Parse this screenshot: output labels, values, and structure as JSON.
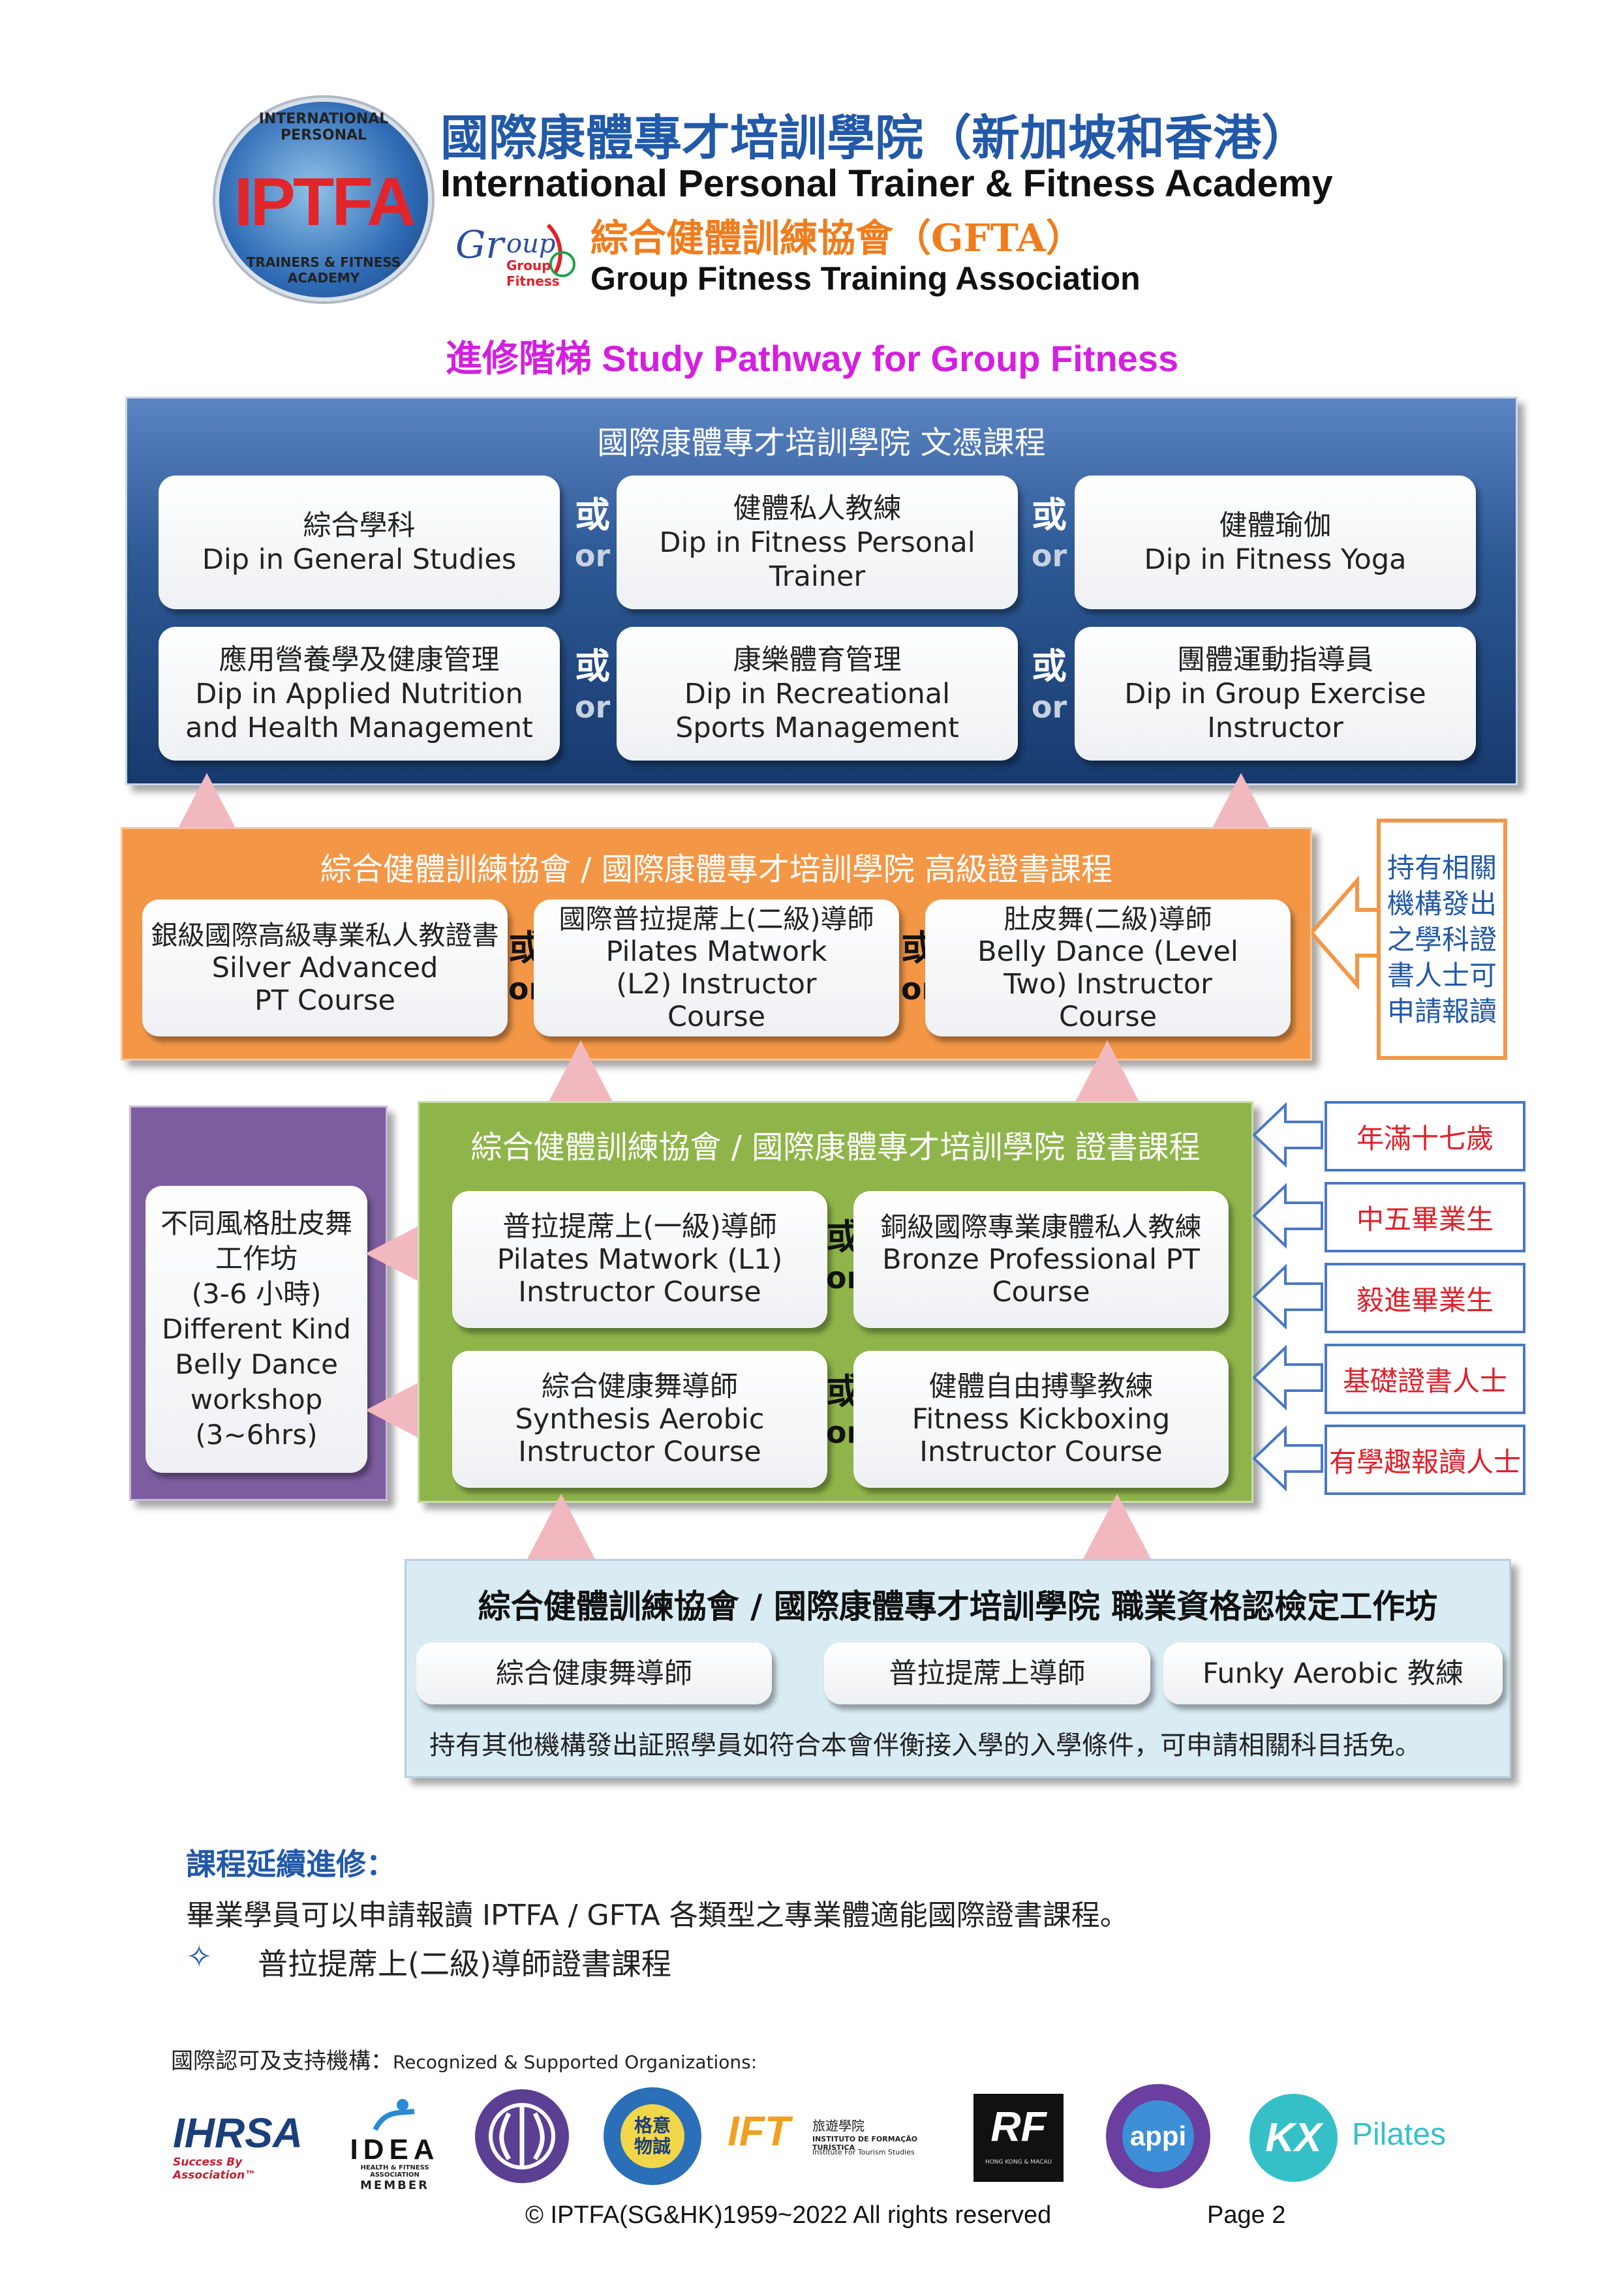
{
  "header": {
    "logo_text": "IPTFA",
    "logo_ring_top": "INTERNATIONAL PERSONAL",
    "logo_ring_bottom": "TRAINERS & FITNESS ACADEMY",
    "title_cn": "國際康體專才培訓學院（新加坡和香港）",
    "title_en": "International Personal Trainer & Fitness Academy",
    "gf_logo_text": "Group Fitness",
    "gfta_cn": "綜合健體訓練協會（GFTA）",
    "gfta_en": "Group Fitness Training Association"
  },
  "page_title": "進修階梯  Study Pathway for Group Fitness",
  "diploma": {
    "title": "國際康體專才培訓學院  文憑課程",
    "row1": [
      {
        "cn": "綜合學科",
        "en": "Dip in General Studies"
      },
      {
        "cn": "健體私人教練",
        "en": "Dip in Fitness Personal Trainer"
      },
      {
        "cn": "健體瑜伽",
        "en": "Dip in Fitness Yoga"
      }
    ],
    "row2": [
      {
        "cn": "應用營養學及健康管理",
        "en": "Dip in Applied Nutrition and Health Management"
      },
      {
        "cn": "康樂體育管理",
        "en": "Dip in Recreational Sports Management"
      },
      {
        "cn": "團體運動指導員",
        "en": "Dip in Group Exercise Instructor"
      }
    ]
  },
  "or_cn": "或",
  "or_en": "or",
  "advanced": {
    "title": "綜合健體訓練協會  /  國際康體專才培訓學院  高級證書課程",
    "courses": [
      {
        "cn": "銀級國際高級專業私人教證書",
        "en": "Silver Advanced PT Course"
      },
      {
        "cn": "國際普拉提蓆上(二級)導師",
        "en": "Pilates Matwork (L2) Instructor Course"
      },
      {
        "cn": "肚皮舞(二級)導師",
        "en": "Belly Dance (Level Two) Instructor Course"
      }
    ],
    "side_note": "持有相關機構發出之學科證書人士可申請報讀"
  },
  "certificate": {
    "title": "綜合健體訓練協會  /  國際康體專才培訓學院  證書課程",
    "row1": [
      {
        "cn": "普拉提蓆上(一級)導師",
        "en": "Pilates Matwork (L1) Instructor Course"
      },
      {
        "cn": "銅級國際專業康體私人教練",
        "en": "Bronze Professional PT Course"
      }
    ],
    "row2": [
      {
        "cn": "綜合健康舞導師",
        "en": "Synthesis Aerobic Instructor Course"
      },
      {
        "cn": "健體自由搏擊教練",
        "en": "Fitness Kickboxing Instructor Course"
      }
    ],
    "workshop": {
      "cn1": "不同風格肚皮舞工作坊",
      "cn2": "(3-6 小時)",
      "en": "Different Kind Belly Dance workshop",
      "en2": "(3~6hrs)"
    },
    "entry": [
      "年滿十七歲",
      "中五畢業生",
      "毅進畢業生",
      "基礎證書人士",
      "有學趣報讀人士"
    ]
  },
  "workshop_panel": {
    "title": "綜合健體訓練協會  /  國際康體專才培訓學院  職業資格認檢定工作坊",
    "items": [
      "綜合健康舞導師",
      "普拉提蓆上導師",
      "Funky Aerobic 教練"
    ],
    "note": "持有其他機構發出証照學員如符合本會伴衡接入學的入學條件，可申請相關科目括免。"
  },
  "continuing": {
    "heading": "課程延續進修：",
    "text": "畢業學員可以申請報讀 IPTFA / GFTA 各類型之專業體適能國際證書課程。",
    "bullet_icon": "✧",
    "bullet": "普拉提蓆上(二級)導師證書課程"
  },
  "orgs": {
    "label_cn": "國際認可及支持機構：",
    "label_en": "Recognized & Supported Organizations:",
    "ihrsa": "IHRSA",
    "ihrsa_tag": "Success By Association™",
    "idea": "IDEA",
    "idea_sub": "HEALTH & FITNESS ASSOCIATION",
    "idea_member": "MEMBER",
    "seal_cn": "格意物誠",
    "ift_text": "IFT",
    "ift_cn": "旅遊學院",
    "ift_pt": "INSTITUTO DE FORMAÇÃO TURÍSTICA",
    "ift_en": "Institute For Tourism Studies",
    "rf": "RF",
    "rf_sub": "HONG KONG & MACAU",
    "appi": "appi",
    "kx": "KX",
    "pilates": "Pilates"
  },
  "footer": {
    "copyright": "© IPTFA(SG&HK)1959~2022 All rights reserved",
    "page": "Page  2"
  },
  "colors": {
    "diploma_bg": "#2e5a96",
    "advanced_bg": "#f39747",
    "cert_bg": "#8fb54a",
    "purple_bg": "#7d5da0",
    "workshop_bg": "#d9ecf4",
    "triangle": "#f2b8bf",
    "title_pink": "#d41fe0"
  }
}
